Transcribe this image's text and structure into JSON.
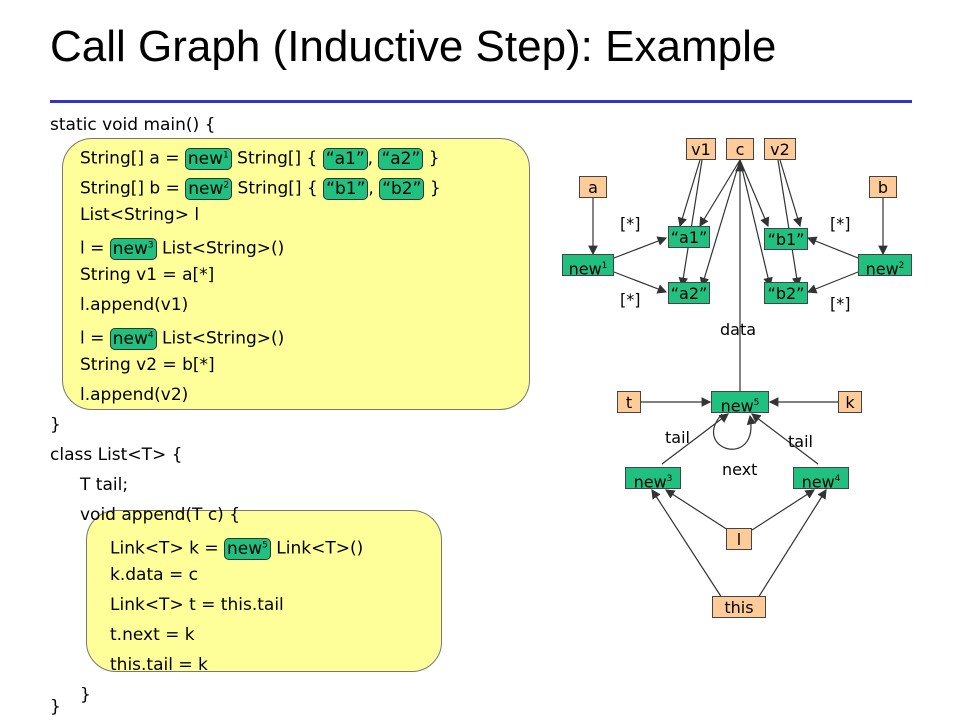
{
  "title": "Call Graph (Inductive Step): Example",
  "code": {
    "line1": "static void main() {",
    "line2_a": "String[] a = ",
    "new1": "new",
    "sup1": "1",
    "line2_b": " String[] { ",
    "s_a1": "“a1”",
    "comma": ", ",
    "s_a2": "“a2”",
    "close_brace": " }",
    "line3_a": "String[] b = ",
    "new2": "new",
    "sup2": "2",
    "s_b1": "“b1”",
    "s_b2": "“b2”",
    "line4": "List<String> l",
    "line5_a": "l = ",
    "new3": "new",
    "sup3": "3",
    "line5_b": " List<String>()",
    "line6": "String v1 = a[*]",
    "line7": "l.append(v1)",
    "line8_a": "l = ",
    "new4": "new",
    "sup4": "4",
    "line8_b": " List<String>()",
    "line9": "String v2 = b[*]",
    "line10": "l.append(v2)",
    "line11": "}",
    "line12": "class List<T> {",
    "line13": "T tail;",
    "line14": "void append(T c) {",
    "line15_a": "Link<T> k = ",
    "new5": "new",
    "sup5": "5",
    "line15_b": " Link<T>()",
    "line16": "k.data = c",
    "line17": "Link<T> t = this.tail",
    "line18": "t.next = k",
    "line19": "this.tail = k",
    "line20": "}",
    "line21": "}"
  },
  "graph": {
    "v1": "v1",
    "c": "c",
    "v2": "v2",
    "a": "a",
    "b": "b",
    "new1": "new",
    "new1_sup": "1",
    "new2": "new",
    "new2_sup": "2",
    "s_a1": "“a1”",
    "s_a2": "“a2”",
    "s_b1": "“b1”",
    "s_b2": "“b2”",
    "star": "[*]",
    "data": "data",
    "t": "t",
    "k": "k",
    "new5": "new",
    "new5_sup": "5",
    "new3": "new",
    "new3_sup": "3",
    "new4": "new",
    "new4_sup": "4",
    "tail": "tail",
    "next": "next",
    "l": "l",
    "this": "this"
  },
  "colors": {
    "green": "#20c080",
    "orange": "#ffcc99",
    "yellow": "#ffff99",
    "rule": "#3333cc"
  }
}
